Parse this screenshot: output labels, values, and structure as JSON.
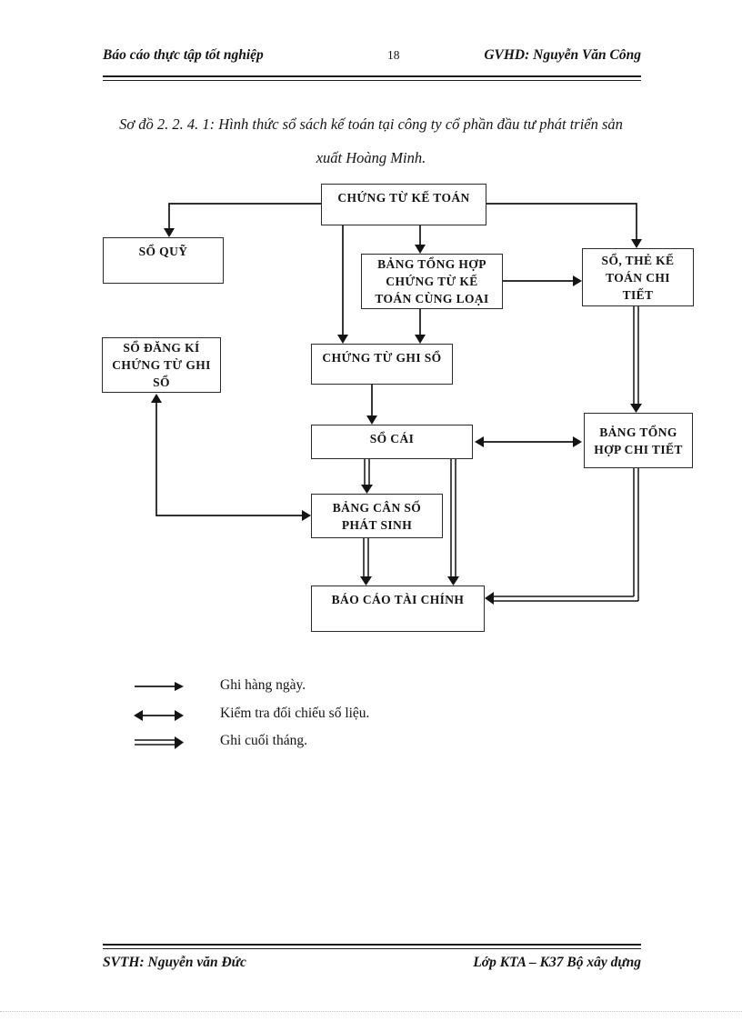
{
  "header": {
    "left_title": "Báo cáo thực tập tốt nghiệp",
    "page_number": "18",
    "right_title": "GVHD: Nguyễn Văn Công"
  },
  "caption": {
    "line1": "Sơ đồ 2. 2. 4. 1: Hình thức sổ sách kế toán tại công ty cổ phần đầu tư phát triển sản",
    "line2": "xuất Hoàng Minh."
  },
  "diagram": {
    "boxes": [
      {
        "id": "chung-tu-ke-toan",
        "label": "CHỨNG TỪ KẾ TOÁN"
      },
      {
        "id": "so-quy",
        "label": "SỔ QUỸ"
      },
      {
        "id": "bang-tong-hop-chung-tu-ke-toan-cung-loai",
        "label": "BẢNG TỔNG HỢP\nCHỨNG TỪ KẾ\nTOÁN CÙNG LOẠI"
      },
      {
        "id": "so-the-ke-toan-chi-tiet",
        "label": "SỔ, THẺ KẾ\nTOÁN CHI\nTIẾT"
      },
      {
        "id": "so-dang-ki-chung-tu-ghi-so",
        "label": "SỔ ĐĂNG KÍ\nCHỨNG TỪ GHI\nSỔ"
      },
      {
        "id": "chung-tu-ghi-so",
        "label": "CHỨNG TỪ GHI SỔ"
      },
      {
        "id": "so-cai",
        "label": "SỔ CÁI"
      },
      {
        "id": "bang-tong-hop-chi-tiet",
        "label": "BẢNG TỔNG\nHỢP CHI TIẾT"
      },
      {
        "id": "bang-can-so-phat-sinh",
        "label": "BẢNG CÂN SỐ\nPHÁT SINH"
      },
      {
        "id": "bao-cao-tai-chinh",
        "label": "BÁO CÁO TÀI CHÍNH"
      }
    ],
    "legend": [
      {
        "symbol": "single-arrow",
        "label": "Ghi hàng ngày."
      },
      {
        "symbol": "double-headed-arrow",
        "label": "Kiểm tra đối chiếu số liệu."
      },
      {
        "symbol": "double-line-arrow",
        "label": "Ghi cuối tháng."
      }
    ]
  },
  "footer": {
    "left": "SVTH: Nguyễn văn Đức",
    "right": "Lớp KTA – K37 Bộ xây dựng"
  },
  "colors": {
    "ink": "#141414",
    "page_background": "#ffffff"
  }
}
